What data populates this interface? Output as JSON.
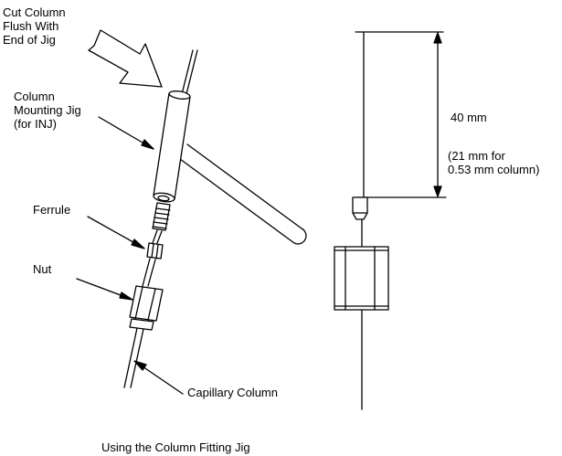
{
  "labels": {
    "cut_column": "Cut Column\nFlush With\nEnd of Jig",
    "column_jig": "Column\nMounting Jig\n(for INJ)",
    "ferrule": "Ferrule",
    "nut": "Nut",
    "capillary_column": "Capillary Column",
    "distance": "40 mm",
    "alt_distance": "(21 mm for\n0.53 mm column)",
    "caption": "Using the Column Fitting Jig"
  },
  "colors": {
    "line": "#000000",
    "fill": "#ffffff"
  }
}
